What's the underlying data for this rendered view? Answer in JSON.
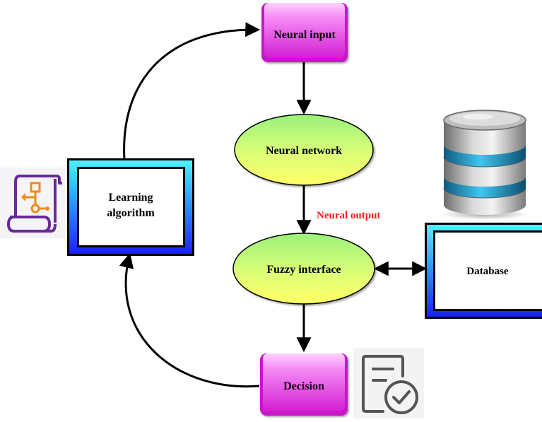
{
  "nodes": {
    "neural_input": "Neural input",
    "neural_network": "Neural network",
    "fuzzy_interface": "Fuzzy interface",
    "decision": "Decision",
    "learning_algorithm_line1": "Learning",
    "learning_algorithm_line2": "algorithm",
    "database": "Database"
  },
  "edge_labels": {
    "neural_output": "Neural output"
  },
  "icons": {
    "algorithm": "workflow-scroll-icon",
    "database": "database-cylinder-icon",
    "decision": "checklist-approved-icon"
  },
  "colors": {
    "neural_output_label": "#ff1a1a",
    "process_box": "#f05cf0",
    "ellipse_fill_top": "#aaff66",
    "ellipse_fill_bottom": "#ffff66",
    "frame_box": "#3a9fff"
  }
}
